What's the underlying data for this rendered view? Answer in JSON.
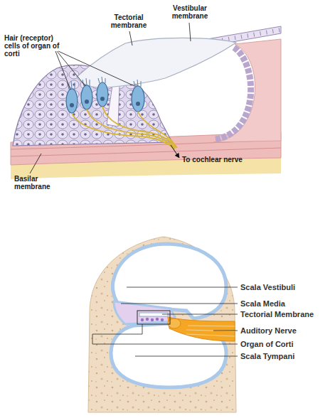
{
  "diagram": {
    "labels": [
      "Hair (receptor) cells of organ of corti",
      "Tectorial membrane",
      "Vestibular membrane",
      "Basilar membrane",
      "To cochlear nerve",
      "Scala Vestibuli",
      "Scala Media",
      "Tectorial Membrane",
      "Auditory Nerve",
      "Organ of Corti",
      "Scala Tympani"
    ]
  }
}
